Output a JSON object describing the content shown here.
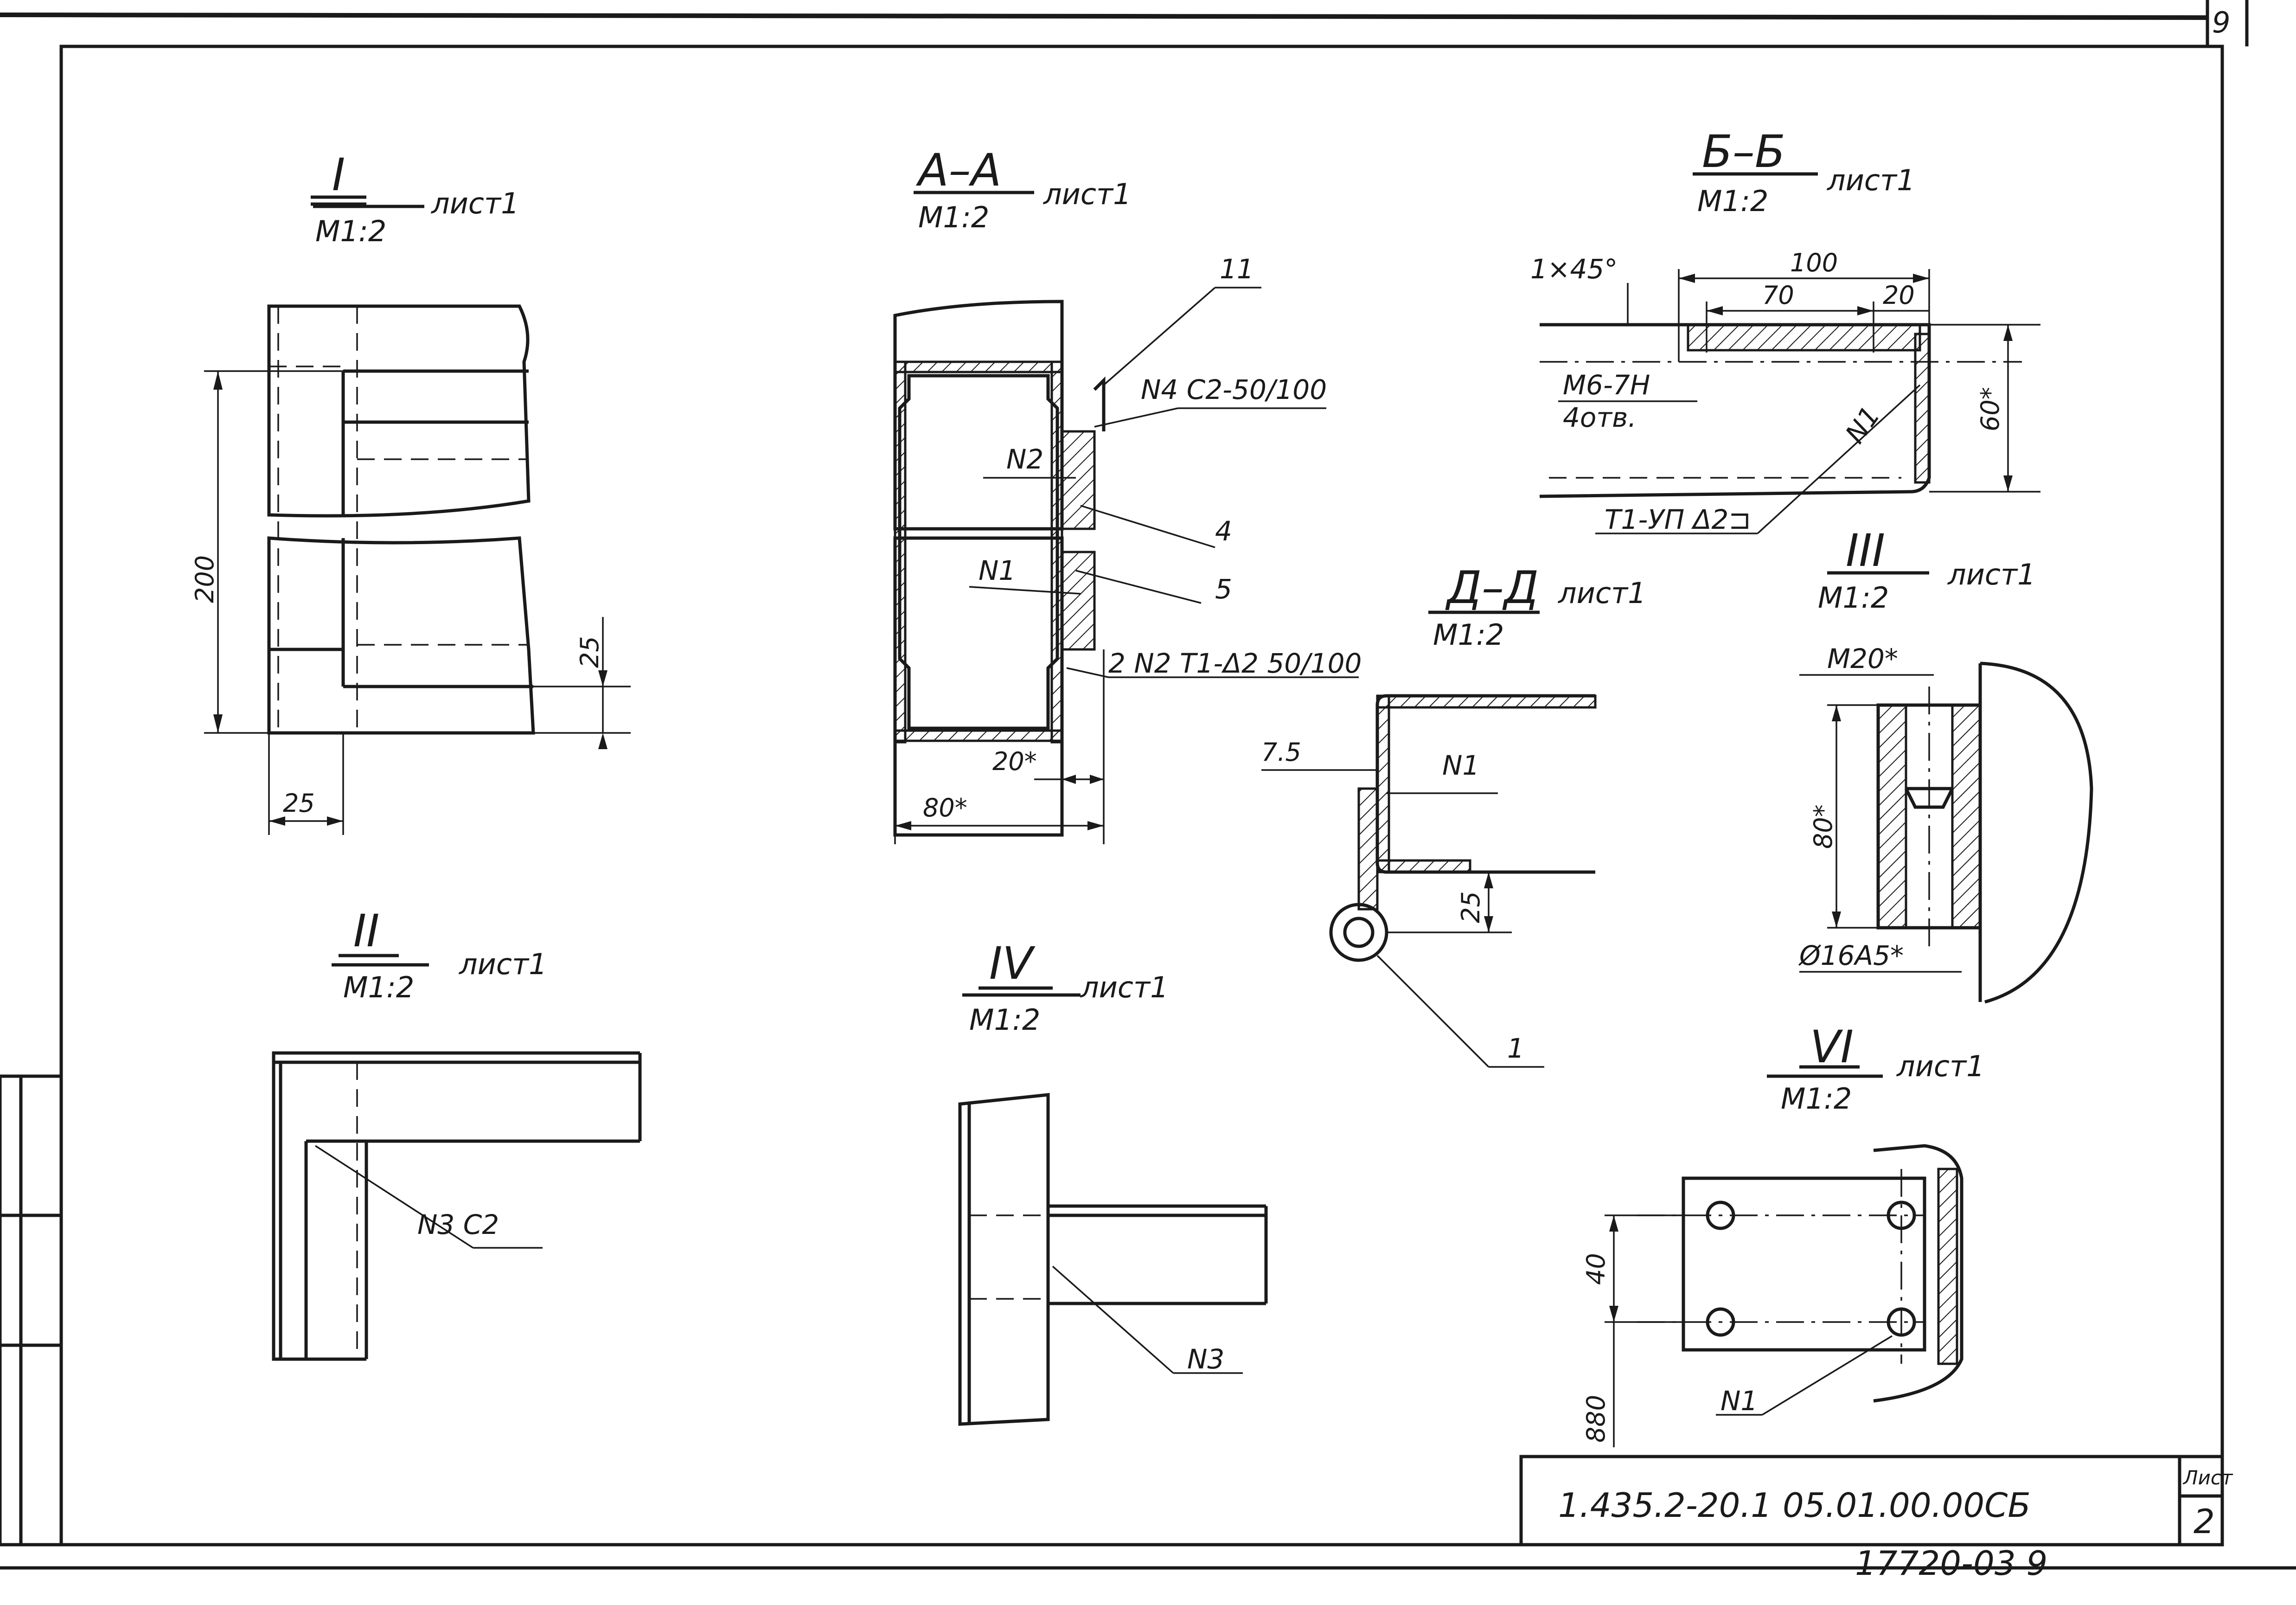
{
  "sheet": {
    "doc_code": "1.435.2-20.1 05.01.00.00СБ",
    "sheet_label": "Лист",
    "sheet_number": "2",
    "inventory_number": "17720-03 9",
    "corner_mark": "9"
  },
  "views": {
    "I": {
      "title": "I",
      "scale": "М1:2",
      "ref": "лист1",
      "dims": [
        "200",
        "25",
        "25"
      ]
    },
    "AA": {
      "title": "А–А",
      "scale": "М1:2",
      "ref": "лист1",
      "labels": [
        "11",
        "N4 С2-50/100",
        "N2",
        "4",
        "N1",
        "5",
        "2 N2 Т1-Δ2 50/100"
      ],
      "dims": [
        "20*",
        "80*"
      ]
    },
    "BB": {
      "title": "Б–Б",
      "scale": "М1:2",
      "ref": "лист1",
      "labels": [
        "1×45°",
        "М6-7Н",
        "4отв.",
        "N1",
        "Т1-УП Δ2⊐"
      ],
      "dims": [
        "100",
        "70",
        "20",
        "60*"
      ]
    },
    "DD": {
      "title": "Д–Д",
      "scale": "М1:2",
      "ref": "лист1",
      "labels": [
        "N1",
        "1"
      ],
      "dims": [
        "7.5",
        "25"
      ]
    },
    "III": {
      "title": "III",
      "scale": "М1:2",
      "ref": "лист1",
      "labels": [
        "М20*",
        "Ø16А5*"
      ],
      "dims": [
        "80*"
      ]
    },
    "II": {
      "title": "II",
      "scale": "М1:2",
      "ref": "лист1",
      "labels": [
        "N3  С2"
      ]
    },
    "IV": {
      "title": "IV",
      "scale": "М1:2",
      "ref": "лист1",
      "labels": [
        "N3"
      ]
    },
    "VI": {
      "title": "VI",
      "scale": "М1:2",
      "ref": "лист1",
      "labels": [
        "N1"
      ],
      "dims": [
        "40",
        "880"
      ]
    }
  }
}
